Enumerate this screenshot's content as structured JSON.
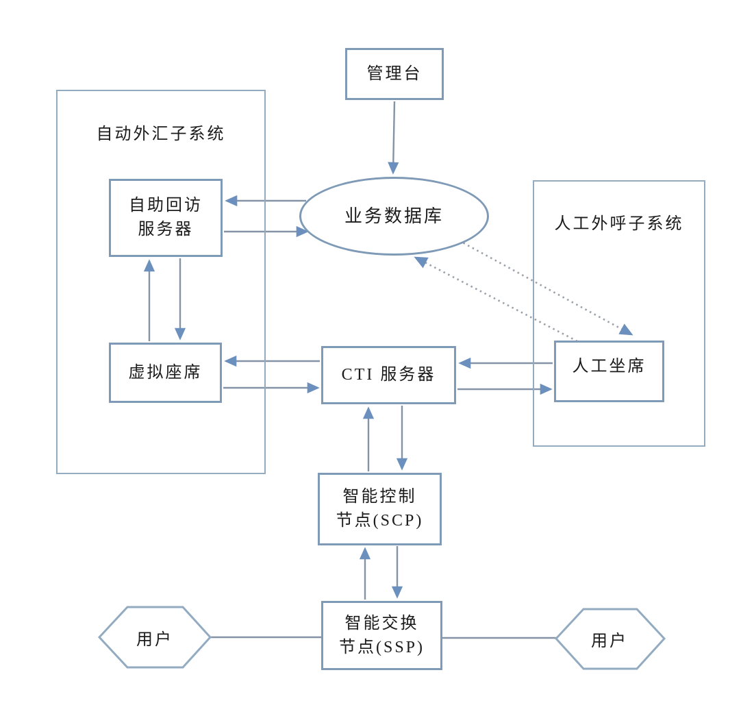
{
  "diagram": {
    "nodes": {
      "management_console": {
        "label": "管理台"
      },
      "auto_outbound_subsystem": {
        "label": "自动外汇子系统"
      },
      "callback_server": {
        "line1": "自助回访",
        "line2": "服务器"
      },
      "business_database": {
        "label": "业务数据库"
      },
      "manual_outbound_subsystem": {
        "label": "人工外呼子系统"
      },
      "virtual_agent": {
        "label": "虚拟座席"
      },
      "cti_server": {
        "label": "CTI 服务器"
      },
      "manual_agent": {
        "label": "人工坐席"
      },
      "scp_node": {
        "line1": "智能控制",
        "line2": "节点(SCP)"
      },
      "ssp_node": {
        "line1": "智能交换",
        "line2": "节点(SSP)"
      },
      "user_left": {
        "label": "用户"
      },
      "user_right": {
        "label": "用户"
      }
    },
    "connections": [
      {
        "from": "management_console",
        "to": "business_database",
        "style": "solid-arrow"
      },
      {
        "from": "business_database",
        "to": "callback_server",
        "style": "solid-arrow"
      },
      {
        "from": "callback_server",
        "to": "business_database",
        "style": "solid-arrow"
      },
      {
        "from": "virtual_agent",
        "to": "callback_server",
        "style": "solid-arrow"
      },
      {
        "from": "callback_server",
        "to": "virtual_agent",
        "style": "solid-arrow"
      },
      {
        "from": "cti_server",
        "to": "virtual_agent",
        "style": "solid-arrow"
      },
      {
        "from": "virtual_agent",
        "to": "cti_server",
        "style": "solid-arrow"
      },
      {
        "from": "manual_agent",
        "to": "cti_server",
        "style": "solid-arrow"
      },
      {
        "from": "cti_server",
        "to": "manual_agent",
        "style": "solid-arrow"
      },
      {
        "from": "scp_node",
        "to": "cti_server",
        "style": "solid-arrow"
      },
      {
        "from": "cti_server",
        "to": "scp_node",
        "style": "solid-arrow"
      },
      {
        "from": "ssp_node",
        "to": "scp_node",
        "style": "solid-arrow"
      },
      {
        "from": "scp_node",
        "to": "ssp_node",
        "style": "solid-arrow"
      },
      {
        "from": "user_left",
        "to": "ssp_node",
        "style": "plain-line"
      },
      {
        "from": "ssp_node",
        "to": "user_right",
        "style": "plain-line"
      },
      {
        "from": "business_database",
        "to": "manual_agent",
        "style": "dotted-arrow"
      },
      {
        "from": "manual_agent",
        "to": "business_database",
        "style": "dotted-arrow"
      }
    ],
    "colors": {
      "box_border": "#7e9ab6",
      "container_border": "#92abc1",
      "line": "#8493a6",
      "arrowhead": "#6b90bd",
      "dotted_line": "#9aa0a9",
      "text": "#1b1b1b",
      "background": "#ffffff"
    }
  }
}
